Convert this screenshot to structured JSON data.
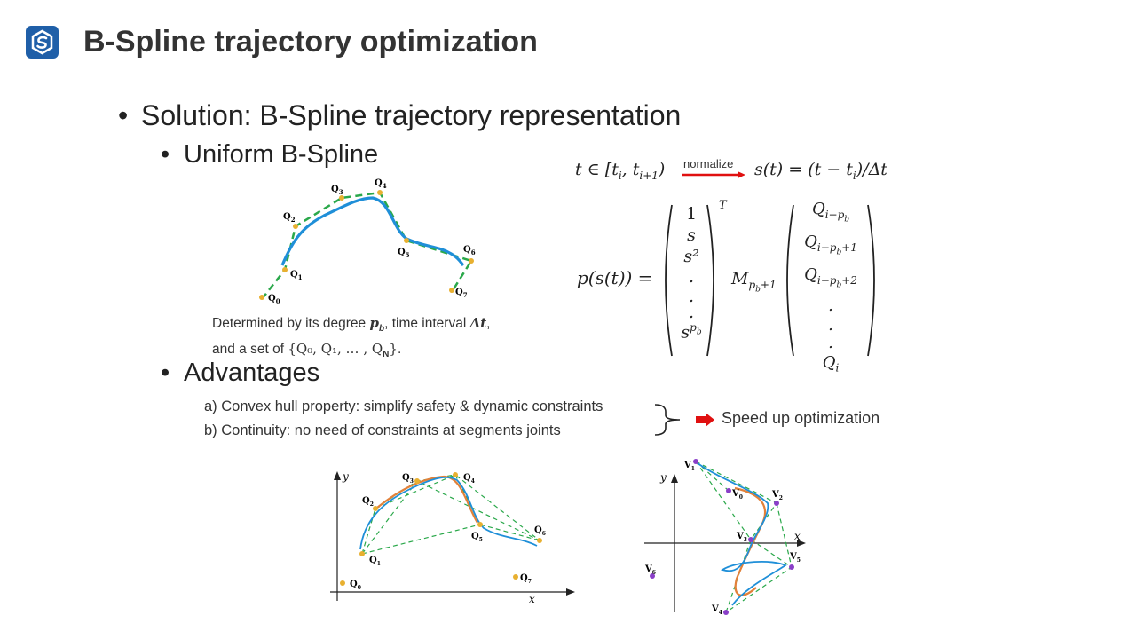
{
  "slide": {
    "title": "B-Spline trajectory optimization",
    "bullet_main": "Solution: B-Spline trajectory representation",
    "bullet_uniform": "Uniform B-Spline",
    "bullet_advantages": "Advantages",
    "bullet_char": "•"
  },
  "note": {
    "line1_a": "Determined by its degree ",
    "line1_pb": "p",
    "line1_pb_sub": "b",
    "line1_b": ", time interval ",
    "line1_dt": "Δt",
    "line1_c": ",",
    "line2_a": "and a set of ",
    "line2_set": "{Q₀, Q₁, … , Q",
    "line2_n": "N",
    "line2_close": "}",
    "line2_end": "."
  },
  "advantages": {
    "a": "a) Convex hull property: simplify safety & dynamic constraints",
    "b": "b) Continuity: no need of constraints at segments joints",
    "result": "Speed up optimization"
  },
  "formula": {
    "t_range": "t ∈ [t",
    "t_i": "i",
    "t_mid": ", t",
    "t_i1": "i+1",
    "t_close": ")",
    "normalize": "normalize",
    "s_def": "s(t) = (t − t",
    "s_def_sub": "i",
    "s_def_end": ")/Δt",
    "p_lhs": "p(s(t)) =",
    "vec_s": [
      "1",
      "s",
      "s²",
      ".",
      ".",
      "."
    ],
    "vec_s_last": "s",
    "vec_s_last_sup": "p",
    "vec_s_last_sup_sub": "b",
    "transpose": "T",
    "M": "M",
    "M_sub": "p",
    "M_sub_sub": "b",
    "M_sub_end": "+1",
    "vec_q": [
      {
        "base": "Q",
        "sub": "i−p",
        "subsub": "b",
        "tail": ""
      },
      {
        "base": "Q",
        "sub": "i−p",
        "subsub": "b",
        "tail": "+1"
      },
      {
        "base": "Q",
        "sub": "i−p",
        "subsub": "b",
        "tail": "+2"
      },
      {
        "base": ".",
        "sub": "",
        "subsub": "",
        "tail": ""
      },
      {
        "base": ".",
        "sub": "",
        "subsub": "",
        "tail": ""
      },
      {
        "base": ".",
        "sub": "",
        "subsub": "",
        "tail": ""
      },
      {
        "base": "Q",
        "sub": "i",
        "subsub": "",
        "tail": ""
      }
    ]
  },
  "figure_top": {
    "labels": [
      "Q",
      "Q",
      "Q",
      "Q",
      "Q",
      "Q",
      "Q",
      "Q"
    ],
    "subs": [
      "0",
      "1",
      "2",
      "3",
      "4",
      "5",
      "6",
      "7"
    ]
  },
  "figure_left": {
    "axis_x": "x",
    "axis_y": "y",
    "labels": [
      "Q",
      "Q",
      "Q",
      "Q",
      "Q",
      "Q",
      "Q",
      "Q"
    ],
    "subs": [
      "0",
      "1",
      "2",
      "3",
      "4",
      "5",
      "6",
      "7"
    ]
  },
  "figure_right": {
    "axis_x": "x",
    "axis_y": "y",
    "labels": [
      "V",
      "V",
      "V",
      "V",
      "V",
      "V",
      "V"
    ],
    "subs": [
      "1",
      "0",
      "2",
      "3",
      "5",
      "6",
      "4"
    ]
  },
  "colors": {
    "logo": "#1f5fa8",
    "spline_blue": "#1f8fd8",
    "spline_orange": "#e2813a",
    "hull_green": "#2aa84a",
    "control_point": "#e8b030",
    "control_point_purple": "#8a3fc8",
    "arrow_red": "#e01010"
  },
  "icons": [
    "logo-icon",
    "red-arrow-icon",
    "normalize-arrow-icon",
    "brace-icon"
  ]
}
